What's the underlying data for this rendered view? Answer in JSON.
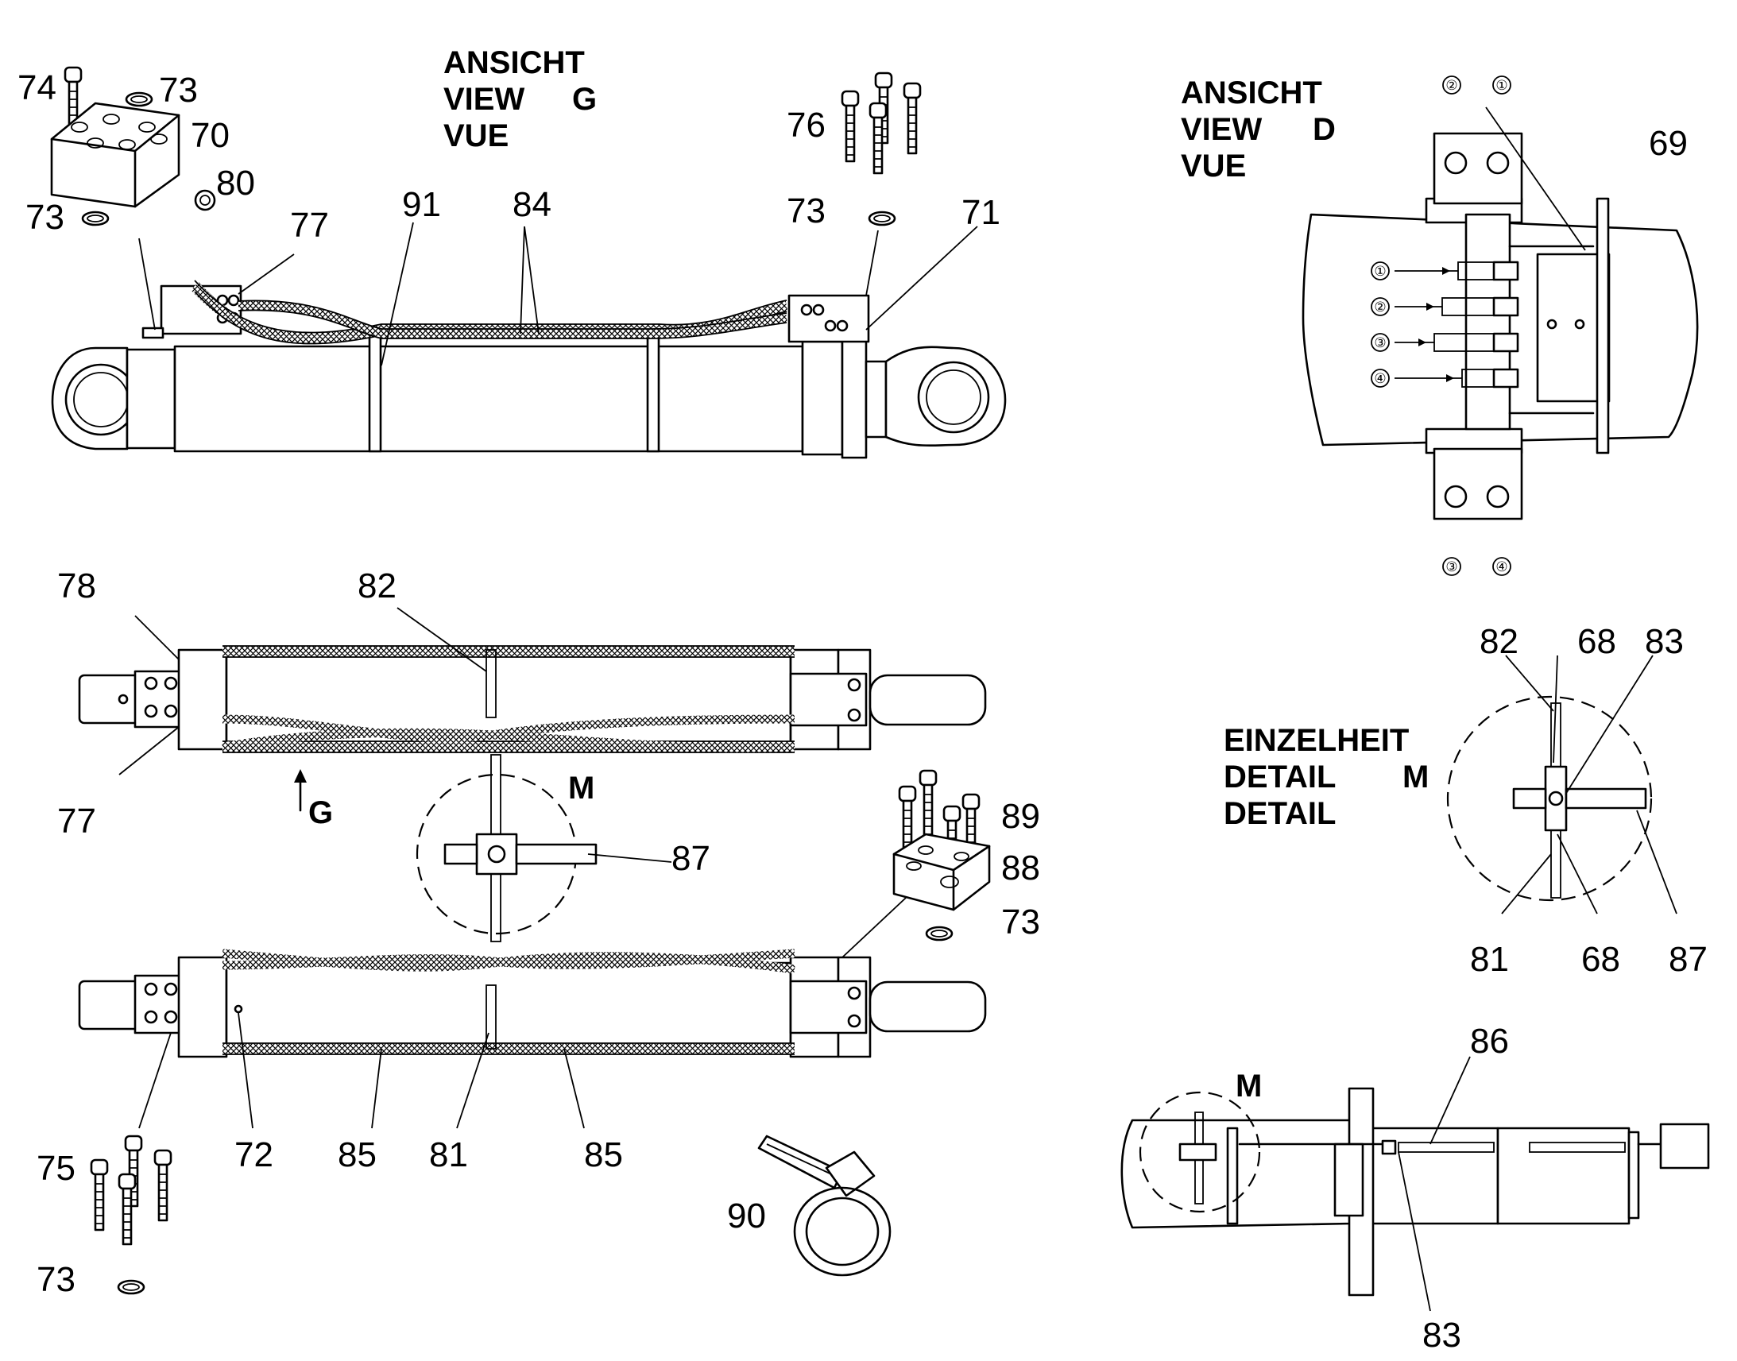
{
  "views": {
    "g": {
      "line1": "ANSICHT",
      "line2": "VIEW",
      "letter": "G",
      "line3": "VUE"
    },
    "d": {
      "line1": "ANSICHT",
      "line2": "VIEW",
      "letter": "D",
      "line3": "VUE"
    },
    "m": {
      "line1": "EINZELHEIT",
      "line2": "DETAIL",
      "letter": "M",
      "line3": "DETAIL"
    }
  },
  "markers": {
    "g": "G",
    "m1": "M",
    "m2": "M"
  },
  "circled": [
    "①",
    "②",
    "③",
    "④"
  ],
  "parts": {
    "p74": "74",
    "p73a": "73",
    "p70": "70",
    "p80": "80",
    "p73b": "73",
    "p77a": "77",
    "p91": "91",
    "p84": "84",
    "p76": "76",
    "p73c": "73",
    "p71": "71",
    "p78": "78",
    "p82a": "82",
    "p77b": "77",
    "p87a": "87",
    "p89": "89",
    "p88": "88",
    "p73d": "73",
    "p75": "75",
    "p72": "72",
    "p85a": "85",
    "p81a": "81",
    "p85b": "85",
    "p90": "90",
    "p73e": "73",
    "p69": "69",
    "p82b": "82",
    "p68a": "68",
    "p83a": "83",
    "p81b": "81",
    "p68b": "68",
    "p87b": "87",
    "p86": "86",
    "p83b": "83"
  }
}
